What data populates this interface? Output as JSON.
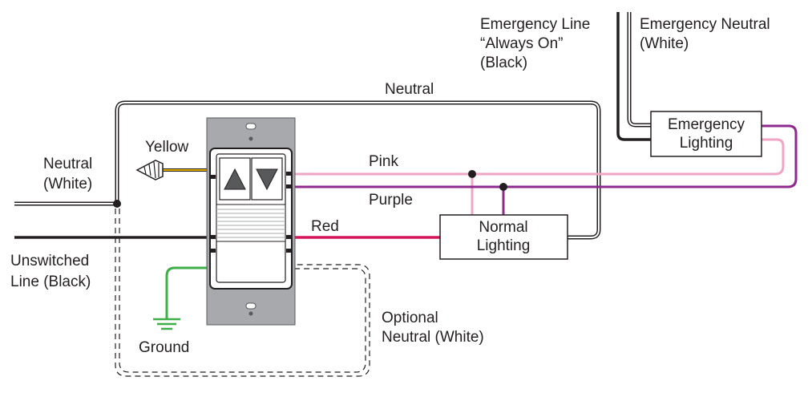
{
  "labels": {
    "emergency_line": [
      "Emergency Line",
      "“Always On”",
      "(Black)"
    ],
    "emergency_neutral": [
      "Emergency Neutral",
      "(White)"
    ],
    "neutral_top": "Neutral",
    "neutral_left": [
      "Neutral",
      "(White)"
    ],
    "yellow": "Yellow",
    "pink": "Pink",
    "purple": "Purple",
    "red": "Red",
    "unswitched": [
      "Unswitched",
      "Line (Black)"
    ],
    "ground": "Ground",
    "optional_neutral": [
      "Optional",
      "Neutral (White)"
    ]
  },
  "boxes": {
    "emergency_lighting": [
      "Emergency",
      "Lighting"
    ],
    "normal_lighting": [
      "Normal",
      "Lighting"
    ]
  },
  "colors": {
    "black": "#231f20",
    "pink": "#eea6c4",
    "purple": "#8e2a8e",
    "red": "#d4145a",
    "green": "#3fae49",
    "yellow": "#e2b100",
    "gray": "#a7a9ac",
    "dark_gray": "#58595b"
  },
  "icons": {
    "switch": "occupancy-sensor-dimmer-switch",
    "arrows": [
      "up-arrow-icon",
      "down-arrow-icon"
    ],
    "wire_nut": "wire-nut-icon",
    "ground_symbol": "ground-icon"
  }
}
